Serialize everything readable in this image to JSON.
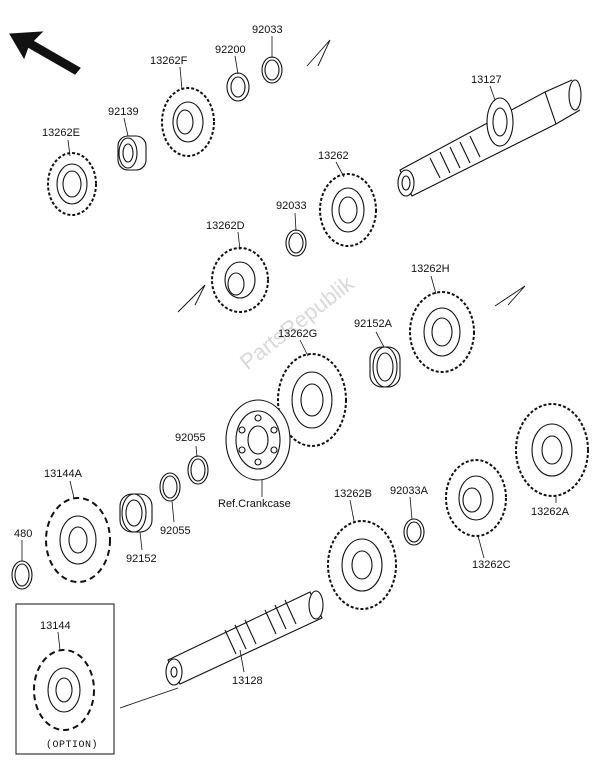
{
  "labels": {
    "p92033_top": "92033",
    "p92200": "92200",
    "p13262F": "13262F",
    "p13127": "13127",
    "p92139": "92139",
    "p13262E": "13262E",
    "p13262": "13262",
    "p92033_mid": "92033",
    "p13262D": "13262D",
    "p13262H": "13262H",
    "p92152A": "92152A",
    "p13262G": "13262G",
    "p92055_top": "92055",
    "p13144A": "13144A",
    "p92033A": "92033A",
    "p13262B": "13262B",
    "p13262A": "13262A",
    "p480": "480",
    "p92055_bot": "92055",
    "p92152": "92152",
    "p13262C": "13262C",
    "p13144": "13144",
    "p13128": "13128",
    "ref_crankcase": "Ref.Crankcase",
    "option": "(OPTION)"
  },
  "watermark": "PartsRepublik",
  "colors": {
    "line": "#111111",
    "fill": "#ffffff"
  }
}
